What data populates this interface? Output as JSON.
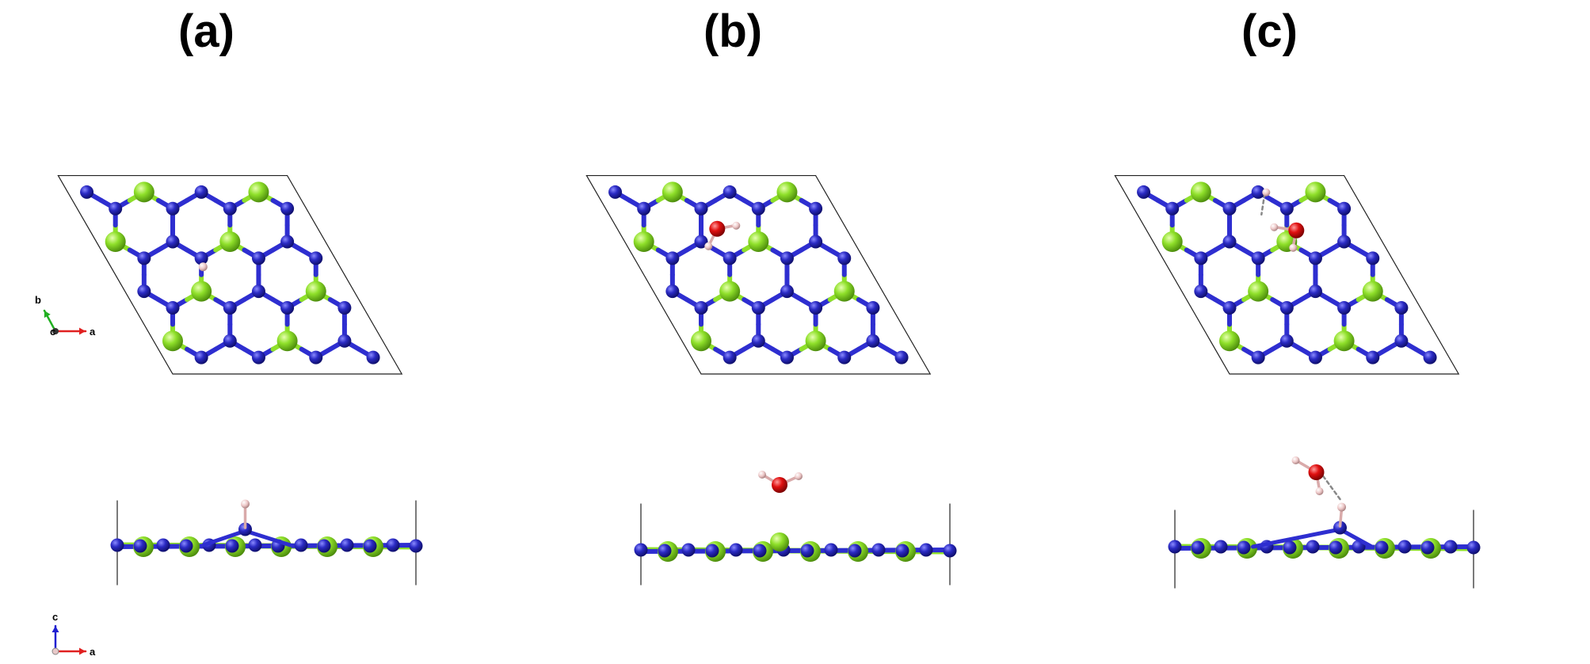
{
  "panels": [
    {
      "label": "(a)",
      "adsorbate": "H"
    },
    {
      "label": "(b)",
      "adsorbate": "H2O"
    },
    {
      "label": "(c)",
      "adsorbate": "H + H2O"
    }
  ],
  "axes": {
    "top_view": {
      "horizontal": "a",
      "vertical": "b",
      "origin": "c"
    },
    "side_view": {
      "horizontal": "a",
      "vertical": "c"
    }
  },
  "colors": {
    "n_atom": "#2b2bc4",
    "b_atom": "#8fe02a",
    "o_atom": "#e01010",
    "h_atom": "#eec9c9",
    "bond_n": "#2e2ed0",
    "bond_b": "#8fe02a",
    "cell_line": "#222222",
    "axis_a": "#e02020",
    "axis_b": "#22b022",
    "axis_c": "#2020d0"
  }
}
